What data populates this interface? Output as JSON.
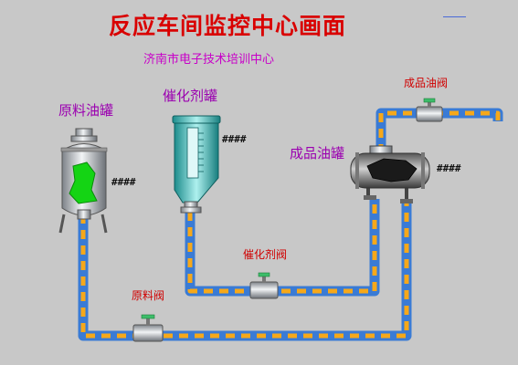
{
  "title": "反应车间监控中心画面",
  "subtitle": "济南市电子技术培训中心",
  "equipment": {
    "raw_oil_tank": {
      "label": "原料油罐",
      "readout": "####"
    },
    "catalyst_tank": {
      "label": "催化剂罐",
      "readout": "####"
    },
    "product_tank": {
      "label": "成品油罐",
      "readout": "####"
    }
  },
  "valves": {
    "raw_oil_valve": {
      "label": "原料阀"
    },
    "catalyst_valve": {
      "label": "催化剂阀"
    },
    "product_valve": {
      "label": "成品油阀"
    }
  },
  "colors": {
    "background": "#c8c8c8",
    "pipe_outer": "#3a7bd5",
    "pipe_flow": "#f6a81a",
    "valve_body": "#8aa0a8",
    "valve_handle": "#3dbd6a",
    "tank_metal": "#b8bcc0",
    "raw_oil_level": "#14d414",
    "catalyst_glass": "#20b0b0",
    "product_body": "#2a2a2a"
  }
}
